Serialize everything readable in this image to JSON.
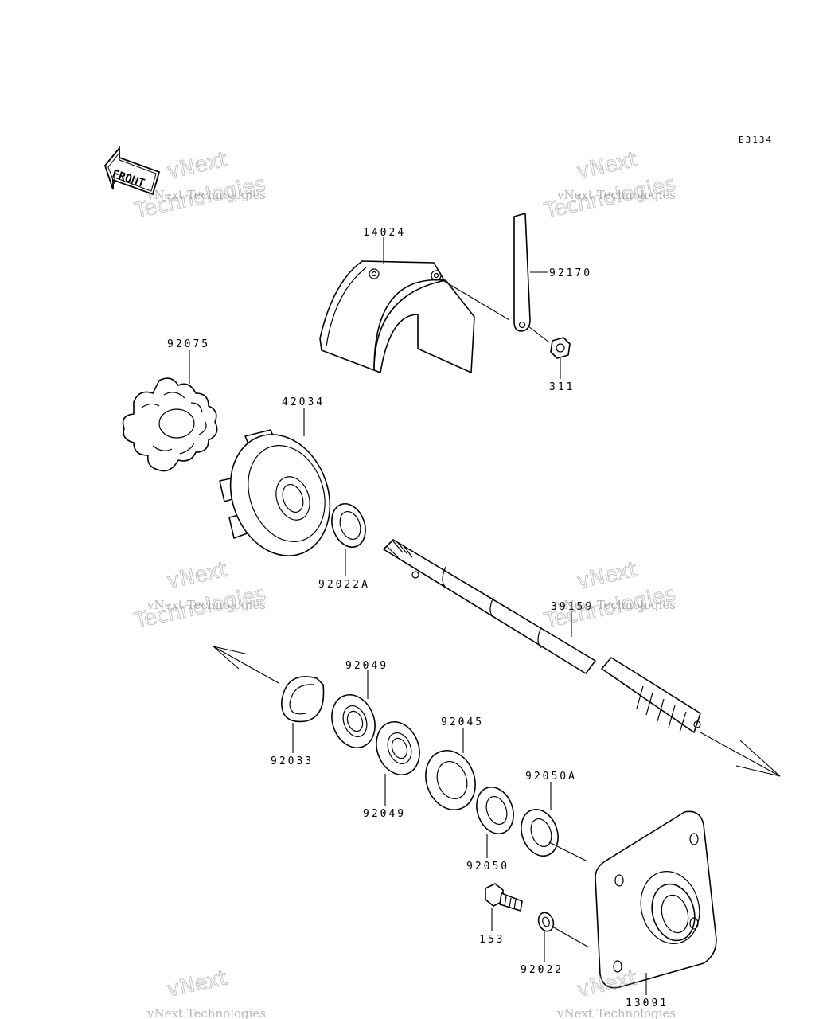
{
  "diagram_code": "E3134",
  "front_label": "FRONT",
  "parts": {
    "p14024": "14024",
    "p92170": "92170",
    "p311": "311",
    "p92075": "92075",
    "p42034": "42034",
    "p92022A": "92022A",
    "p39159": "39159",
    "p92049_top": "92049",
    "p92033": "92033",
    "p92045": "92045",
    "p92049_bottom": "92049",
    "p92050A": "92050A",
    "p92050": "92050",
    "p153": "153",
    "p92022": "92022",
    "p13091": "13091"
  },
  "watermark": {
    "line1": "vNext Technologies",
    "line2": "vNext",
    "line3": "Technologies"
  }
}
